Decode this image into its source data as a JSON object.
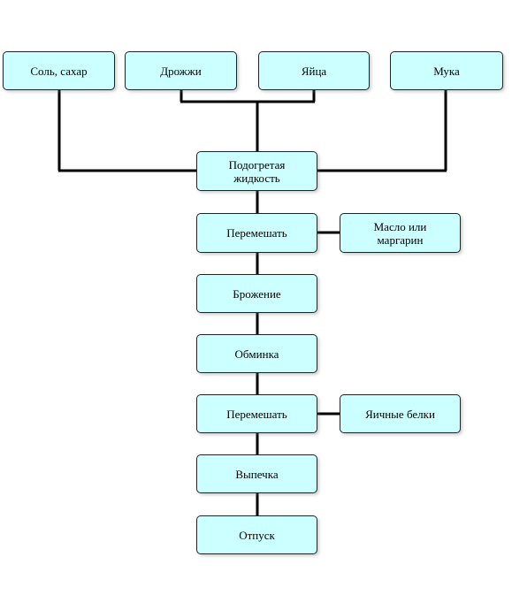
{
  "diagram": {
    "nodes": {
      "salt_sugar": "Соль, сахар",
      "yeast": "Дрожжи",
      "eggs": "Яйца",
      "flour": "Мука",
      "warm_liquid": "Подогретая жидкость",
      "mix_1": "Перемешать",
      "butter": "Масло или маргарин",
      "fermentation": "Брожение",
      "punching": "Обминка",
      "mix_2": "Перемешать",
      "egg_whites": "Яичные белки",
      "baking": "Выпечка",
      "release": "Отпуск"
    },
    "colors": {
      "node_fill": "#ccffff",
      "node_border": "#222222",
      "connector": "#000000"
    }
  }
}
